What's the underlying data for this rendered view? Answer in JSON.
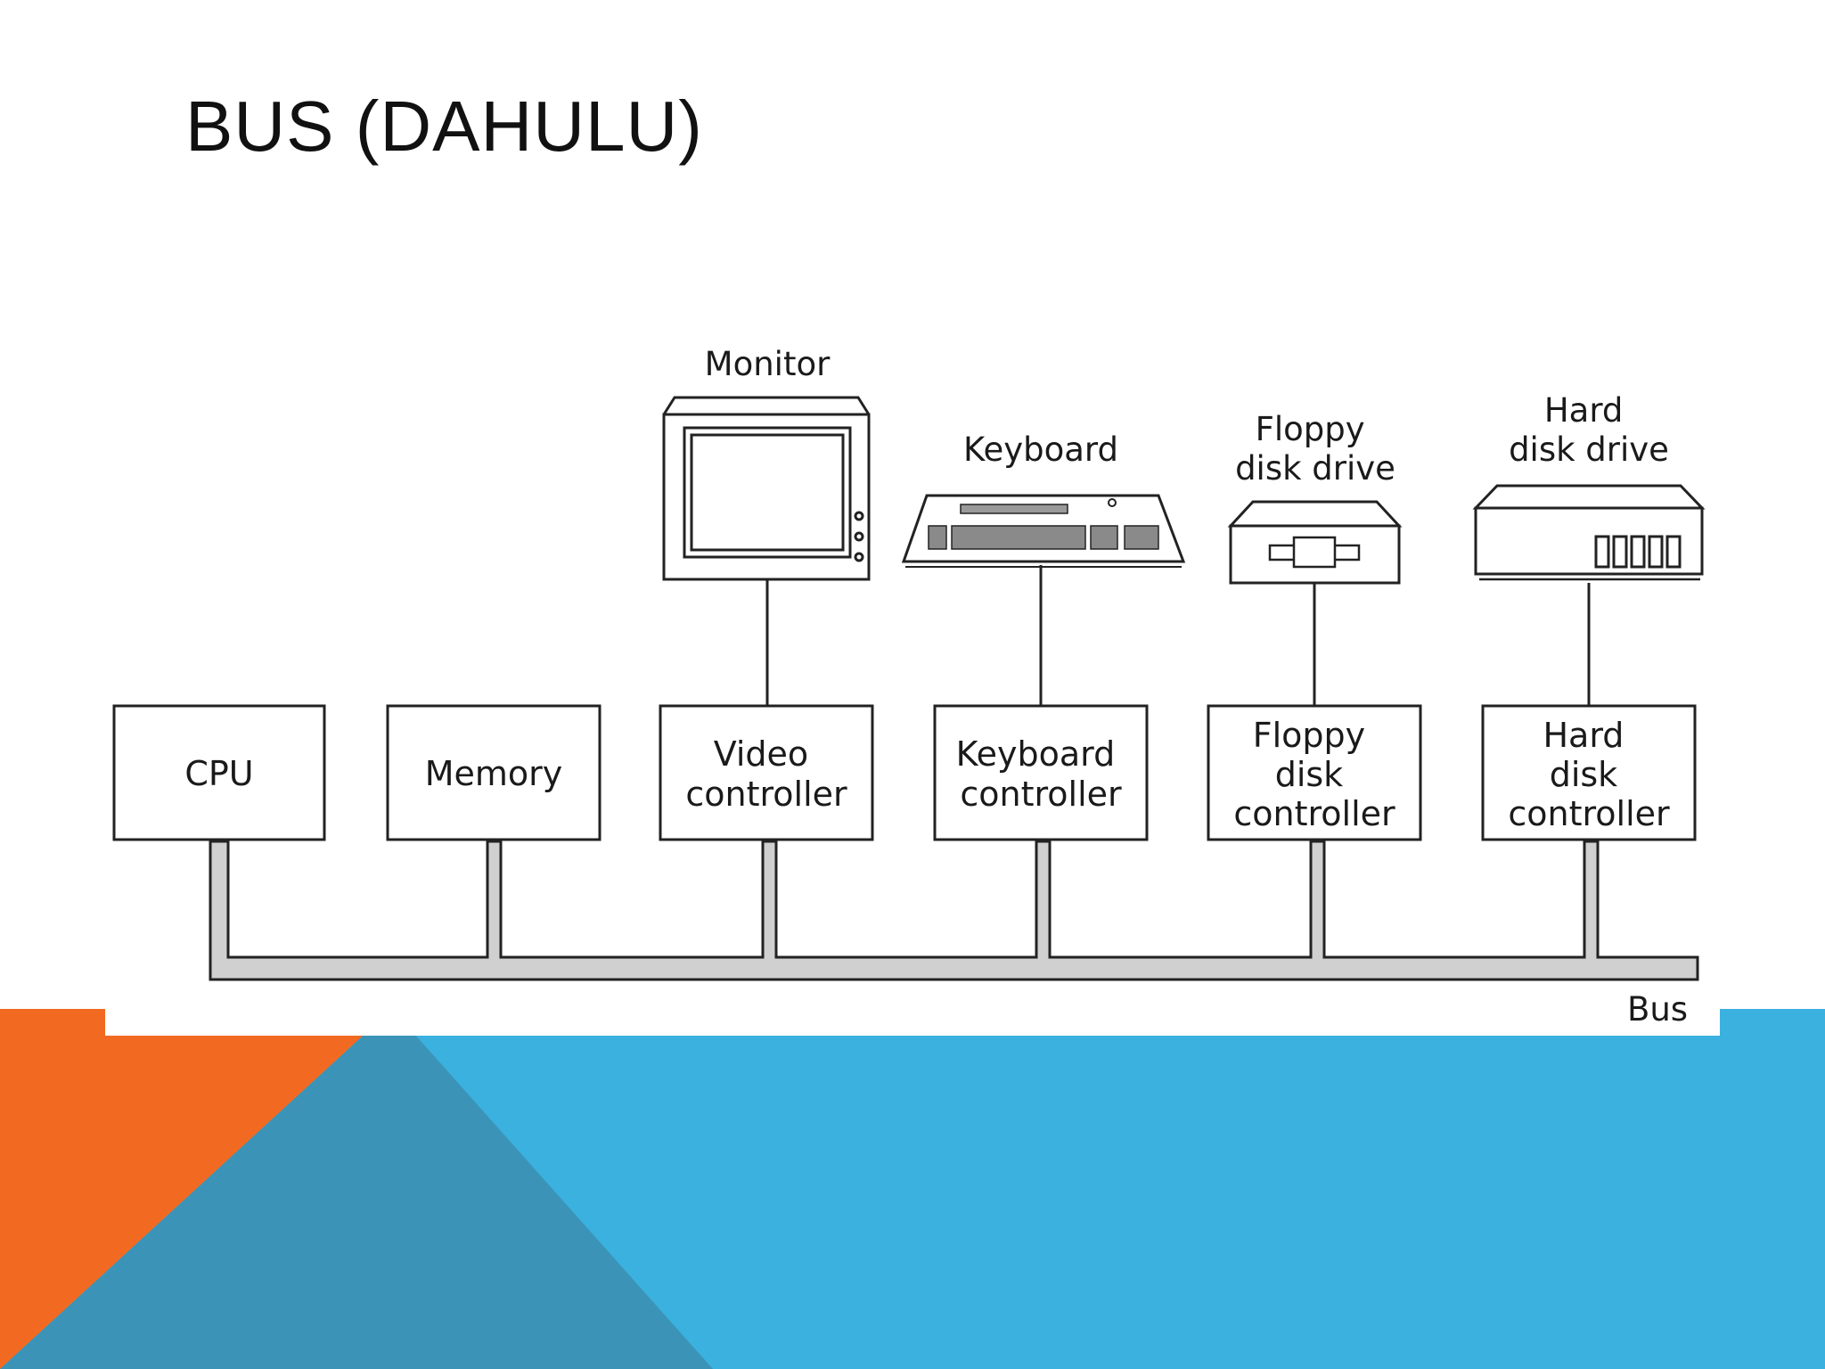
{
  "slide": {
    "title": "BUS (DAHULU)",
    "colors": {
      "orange": "#f26a21",
      "blue": "#3bb1df",
      "steel_blue": "#3b94b8",
      "white": "#ffffff",
      "bus_fill": "#d0d0d0",
      "line": "#222222"
    }
  },
  "diagram": {
    "controllers": {
      "cpu": [
        "CPU"
      ],
      "memory": [
        "Memory"
      ],
      "video": [
        "Video",
        "controller"
      ],
      "keyboard": [
        "Keyboard",
        "controller"
      ],
      "floppy": [
        "Floppy",
        "disk",
        "controller"
      ],
      "hard": [
        "Hard",
        "disk",
        "controller"
      ]
    },
    "devices": {
      "monitor": {
        "label": [
          "Monitor"
        ],
        "icon": "monitor-icon"
      },
      "keyboard": {
        "label": [
          "Keyboard"
        ],
        "icon": "keyboard-icon"
      },
      "floppy": {
        "label": [
          "Floppy",
          "disk drive"
        ],
        "icon": "floppy-drive-icon"
      },
      "hard": {
        "label": [
          "Hard",
          "disk drive"
        ],
        "icon": "hard-disk-drive-icon"
      }
    },
    "bus_label": "Bus"
  }
}
